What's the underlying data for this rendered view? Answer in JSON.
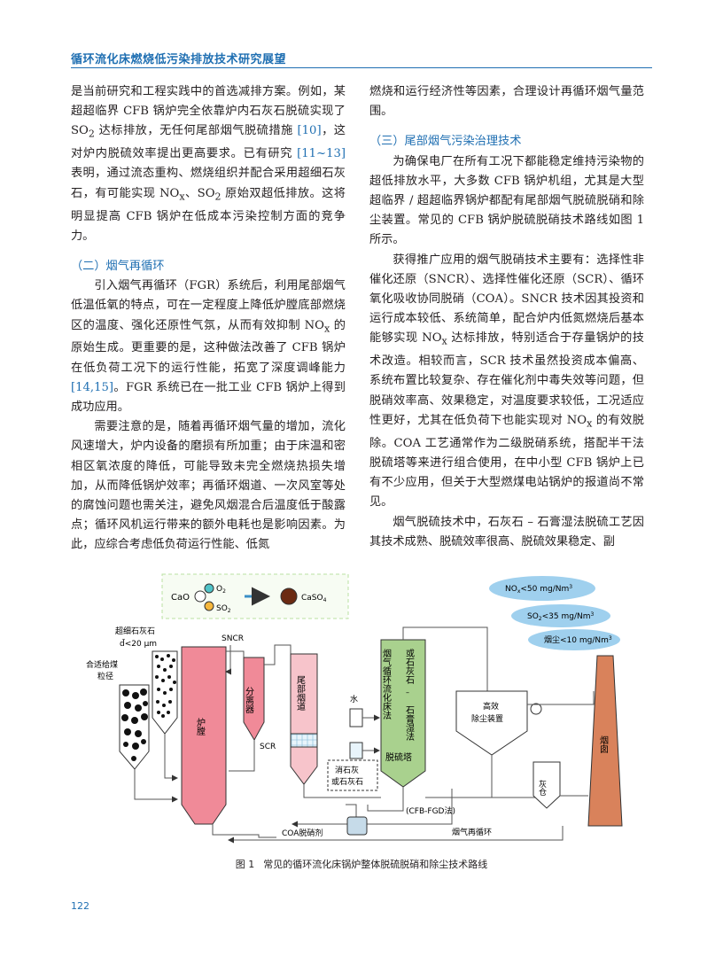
{
  "header": {
    "title": "循环流化床燃烧低污染排放技术研究展望"
  },
  "left_column": {
    "p1_parts": [
      "是当前研究和工程实践中的首选减排方案。例如，某超超临界 CFB 锅炉完全依靠炉内石灰石脱硫实现了 SO",
      "2",
      " 达标排放，无任何尾部烟气脱硫措施 ",
      "[10]",
      "，这对炉内脱硫效率提出更高要求。已有研究 ",
      "[11~13]",
      " 表明，通过流态重构、燃烧组织并配合采用超细石灰石，有可能实现 NO",
      "x",
      "、SO",
      "2",
      " 原始双超低排放。这将明显提高 CFB 锅炉在低成本污染控制方面的竞争力。"
    ],
    "section2_title": "（二）烟气再循环",
    "p2_parts": [
      "引入烟气再循环（FGR）系统后，利用尾部烟气低温低氧的特点，可在一定程度上降低炉膛底部燃烧区的温度、强化还原性气氛，从而有效抑制 NO",
      "x",
      " 的原始生成。更重要的是，这种做法改善了 CFB 锅炉在低负荷工况下的运行性能，拓宽了深度调峰能力 ",
      "[14,15]",
      "。FGR 系统已在一批工业 CFB 锅炉上得到成功应用。"
    ],
    "p3": "需要注意的是，随着再循环烟气量的增加，流化风速增大，炉内设备的磨损有所加重；由于床温和密相区氧浓度的降低，可能导致未完全燃烧热损失增加，从而降低锅炉效率；再循环烟道、一次风室等处的腐蚀问题也需关注，避免风烟混合后温度低于酸露点；循环风机运行带来的额外电耗也是影响因素。为此，应综合考虑低负荷运行性能、低氮"
  },
  "right_column": {
    "p0": "燃烧和运行经济性等因素，合理设计再循环烟气量范围。",
    "section3_title": "（三）尾部烟气污染治理技术",
    "p1": "为确保电厂在所有工况下都能稳定维持污染物的超低排放水平，大多数 CFB 锅炉机组，尤其是大型超临界 / 超超临界锅炉都配有尾部烟气脱硫脱硝和除尘装置。常见的 CFB 锅炉脱硫脱硝技术路线如图 1 所示。",
    "p2_parts": [
      "获得推广应用的烟气脱硝技术主要有：选择性非催化还原（SNCR）、选择性催化还原（SCR）、循环氧化吸收协同脱硝（COA）。SNCR 技术因其投资和运行成本较低、系统简单，配合炉内低氮燃烧后基本能够实现 NO",
      "x",
      " 达标排放，特别适合于存量锅炉的技术改造。相较而言，SCR 技术虽然投资成本偏高、系统布置比较复杂、存在催化剂中毒失效等问题，但脱硝效率高、效果稳定，对温度要求较低，工况适应性更好，尤其在低负荷下也能实现对 NO",
      "x",
      " 的有效脱除。COA 工艺通常作为二级脱硝系统，搭配半干法脱硫塔等来进行组合使用，在中小型 CFB 锅炉上已有不少应用，但关于大型燃煤电站锅炉的报道尚不常见。"
    ],
    "p3": "烟气脱硫技术中，石灰石 – 石膏湿法脱硫工艺因其技术成熟、脱硫效率很高、脱硫效果稳定、副"
  },
  "figure": {
    "reaction": {
      "cao": "CaO",
      "o2": "O",
      "o2_sub": "2",
      "so2": "SO",
      "so2_sub": "2",
      "product": "CaSO",
      "product_sub": "4"
    },
    "clouds": {
      "nox": [
        "NO",
        "x",
        "<50 mg/Nm",
        "3"
      ],
      "so2": [
        "SO",
        "2",
        "<35 mg/Nm",
        "3"
      ],
      "dust": [
        "烟尘<10 mg/Nm",
        "3"
      ]
    },
    "limestone_label": "超细石灰石",
    "limestone_size": "d̄<20 μm",
    "coal_label": [
      "合适给煤",
      "粒径"
    ],
    "sncr": "SNCR",
    "furnace": "炉膛",
    "separator": "分离器",
    "scr": "SCR",
    "tail_flue": "尾部烟道",
    "water": "水",
    "lime_box": [
      "消石灰",
      "或石灰石"
    ],
    "tower_left": "烟气循环流化床法",
    "tower_right_pre": "或石灰石",
    "tower_right_mid": "石膏湿法",
    "tower_bottom": "脱硫塔",
    "dust_collector": [
      "高效",
      "除尘装置"
    ],
    "ash_bin": "灰仓",
    "chimney": "烟囱",
    "cfb_fgd": "(CFB-FGD法)",
    "coa": "COA脱硝剂",
    "fgr": "烟气再循环"
  },
  "caption": {
    "number": "图 1",
    "text": "常见的循环流化床锅炉整体脱硫脱硝和除尘技术路线"
  },
  "page_number": "122",
  "colors": {
    "accent": "#1f6fb2",
    "furnace": "#f08a98",
    "tower": "#a9d18e",
    "chimney": "#d9825b",
    "cloud": "#9fd0ee"
  }
}
